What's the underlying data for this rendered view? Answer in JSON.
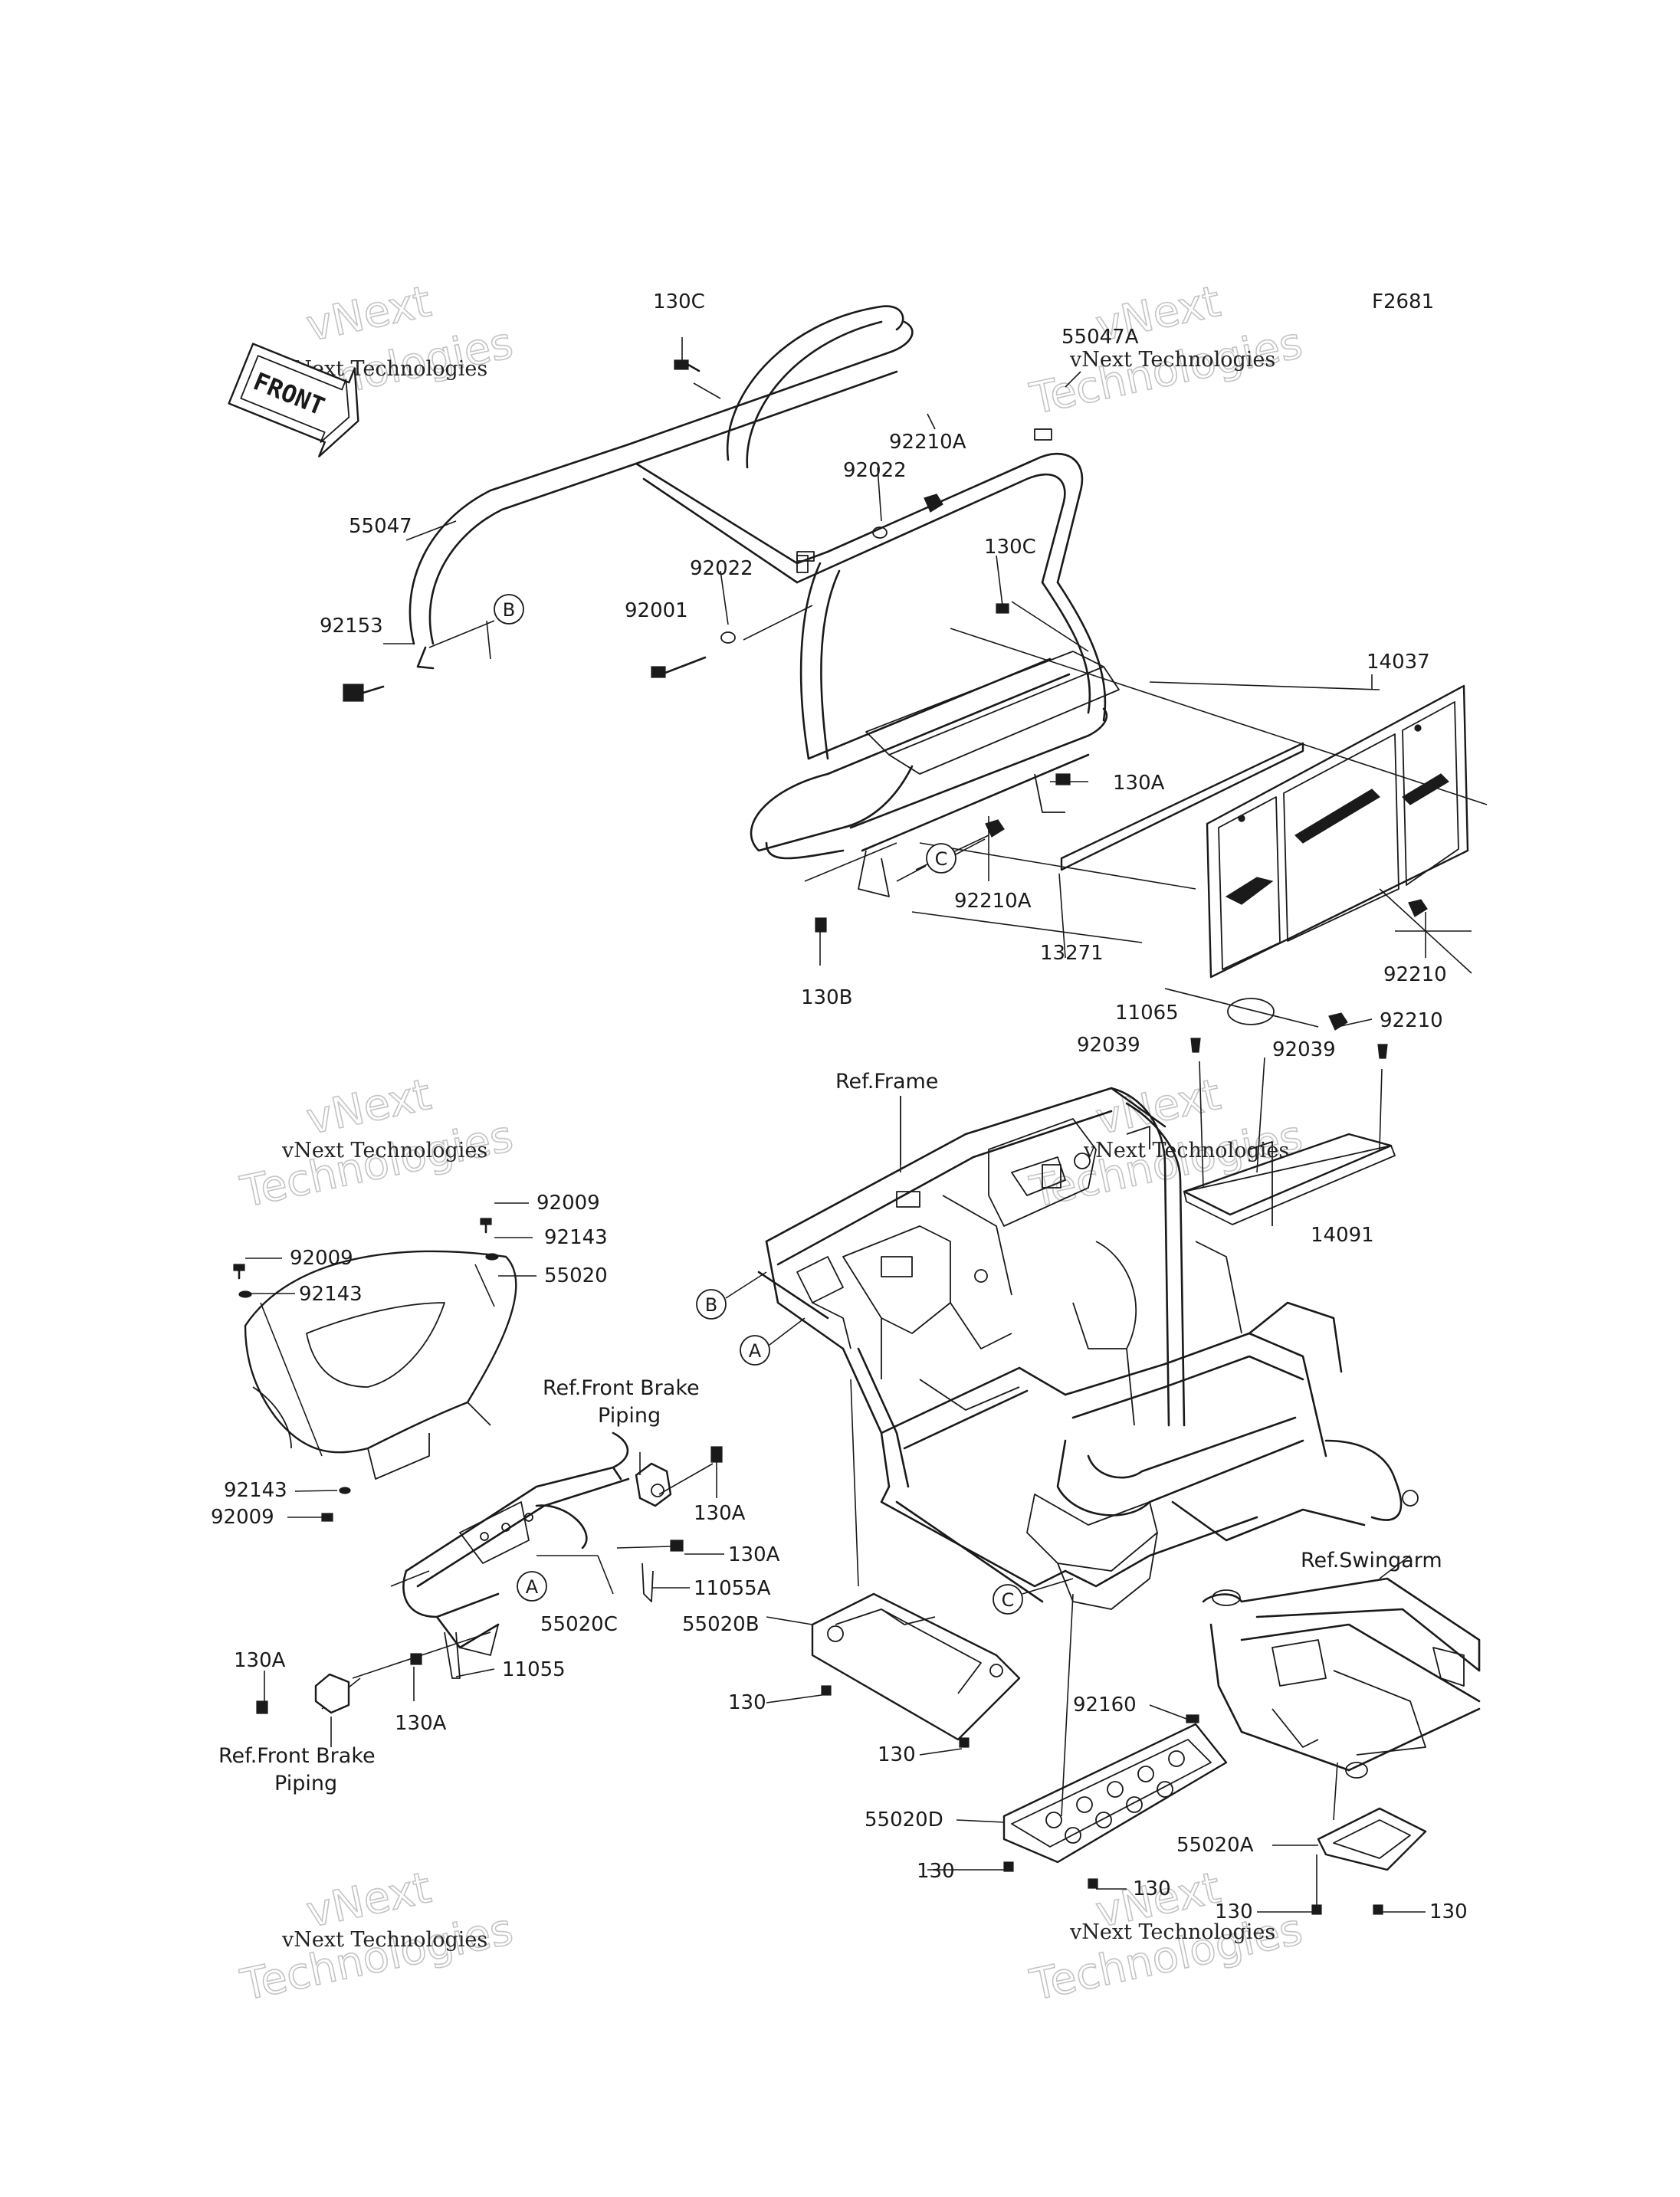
{
  "figure_code": "F2681",
  "front_arrow_label": "FRONT",
  "watermark": {
    "line1": "vNext Technologies",
    "line2_top": "vNext",
    "line2_bottom": "Technologies"
  },
  "reference_letters": [
    "A",
    "B",
    "C"
  ],
  "refs": {
    "frame": "Ref.Frame",
    "front_brake_piping_top_1": "Ref.Front Brake",
    "front_brake_piping_top_2": "Piping",
    "front_brake_piping_bottom_1": "Ref.Front Brake",
    "front_brake_piping_bottom_2": "Piping",
    "swingarm": "Ref.Swingarm"
  },
  "part_labels": {
    "p130C_top": "130C",
    "p55047A": "55047A",
    "p92210A_top": "92210A",
    "p92022_top": "92022",
    "p55047": "55047",
    "p130C_mid": "130C",
    "p92022_mid": "92022",
    "p92001": "92001",
    "p92153": "92153",
    "p14037": "14037",
    "p130A_carrier": "130A",
    "p92210A_bottom": "92210A",
    "p13271": "13271",
    "p130B": "130B",
    "p92210_a": "92210",
    "p92210_b": "92210",
    "p11065": "11065",
    "p92039_left": "92039",
    "p92039_right": "92039",
    "p14091": "14091",
    "p92009_top": "92009",
    "p92143_top": "92143",
    "p92009_left": "92009",
    "p92143_left": "92143",
    "p55020": "55020",
    "p92143_bottom": "92143",
    "p92009_bottom": "92009",
    "p130A_bracket": "130A",
    "p130A_clamp": "130A",
    "p11055A": "11055A",
    "p55020C": "55020C",
    "p55020B": "55020B",
    "p130_guard_b1": "130",
    "p130_guard_b2": "130",
    "p130A_left": "130A",
    "p130A_lower": "130A",
    "p11055": "11055",
    "p92160": "92160",
    "p55020D": "55020D",
    "p130_d1": "130",
    "p130_d2": "130",
    "p55020A": "55020A",
    "p130_a1": "130",
    "p130_a2": "130"
  }
}
